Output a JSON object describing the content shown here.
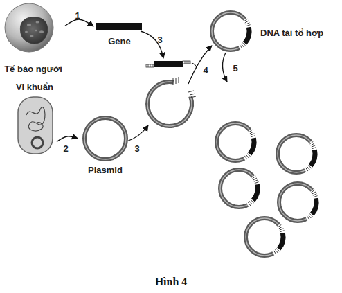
{
  "diagram": {
    "caption": "Hình 4",
    "nodes": [
      {
        "text": [
          "Tế bào người"
        ]
      },
      {
        "text": [
          "Gene"
        ]
      },
      {
        "text": [
          "Vi khuẩn"
        ]
      },
      {
        "text": [
          "Plasmid"
        ]
      },
      {
        "text": [
          "DNA tái tổ hợp"
        ]
      }
    ],
    "edges": [
      {
        "from": 0,
        "to": 1,
        "label": "1",
        "arrow": "to"
      },
      {
        "from": 2,
        "to": 3,
        "label": "2",
        "arrow": "to"
      }
    ],
    "labels": [
      "3",
      "3",
      "4",
      "5"
    ]
  }
}
